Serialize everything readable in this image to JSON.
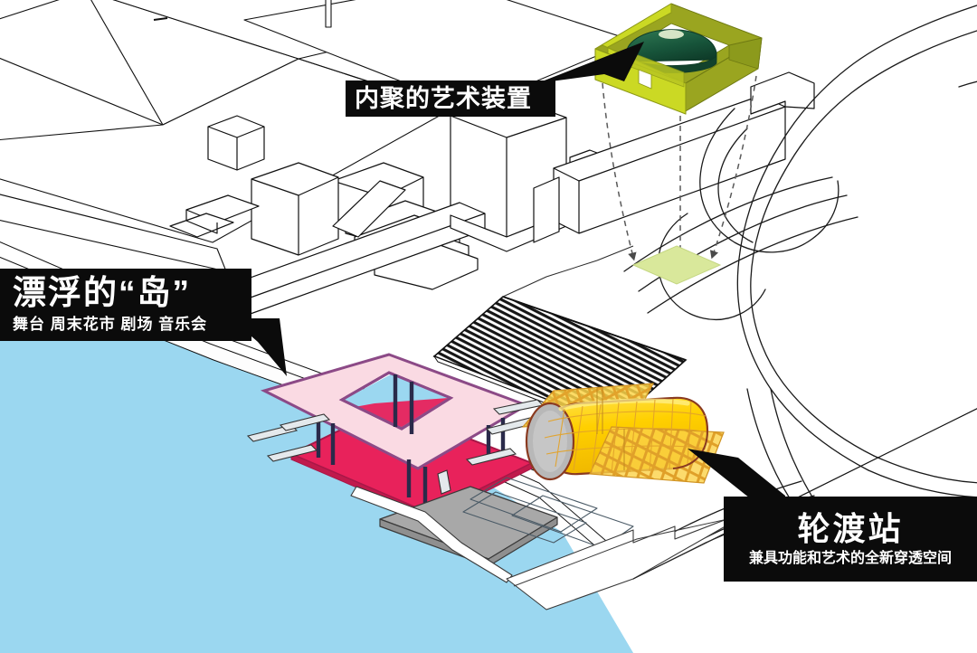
{
  "diagram": {
    "type": "architectural-axonometric-concept-diagram",
    "background_color": "#ffffff"
  },
  "annotations": [
    {
      "id": "art-installation",
      "title": "内聚的艺术装置",
      "subtitle": "",
      "box_color": "#0b0b0b",
      "text_color": "#ffffff",
      "pointer_direction": "up-right"
    },
    {
      "id": "floating-island",
      "title": "漂浮的“岛”",
      "subtitle": "舞台 周末花市 剧场 音乐会",
      "box_color": "#0b0b0b",
      "text_color": "#ffffff",
      "pointer_direction": "down-right"
    },
    {
      "id": "ferry-terminal",
      "title": "轮渡站",
      "subtitle": "兼具功能和艺术的全新穿透空间",
      "box_color": "#0b0b0b",
      "text_color": "#ffffff",
      "pointer_direction": "up-left"
    }
  ],
  "elements": {
    "water": {
      "name": "river-water",
      "color": "#9BD7F0"
    },
    "site_plate": {
      "name": "site-ground-plane",
      "color": "#ffffff",
      "outline": "#111111"
    },
    "art_installation": {
      "name": "art-installation-pavilion",
      "wall_front_color": "#CBD924",
      "wall_side_color": "#A9B522",
      "roof_color": "#9AA520",
      "dome_color": "#17543A",
      "dome_highlight": "#F2F5D0"
    },
    "art_footprint": {
      "name": "art-installation-site-footprint",
      "color": "#D9E89B"
    },
    "projection_arrows": {
      "name": "projection-dashed-arrows",
      "color": "#555555",
      "count": 3,
      "style": "dashed-with-arrowhead"
    },
    "floating_island": {
      "name": "floating-island-platform",
      "upper_deck_color": "#FADAE3",
      "upper_deck_outline": "#8C4A87",
      "lower_deck_color": "#E8225B",
      "lower_deck_outline": "#A81848",
      "column_color": "#2A2A4A",
      "column_count": 8,
      "has_central_void": true
    },
    "louvered_deck": {
      "name": "louvered-striped-deck",
      "stripe_color": "#1a1a1a",
      "base_color": "#ffffff"
    },
    "ferry_station": {
      "name": "ferry-terminal-vault",
      "vault_color": "#FFD400",
      "vault_end_color": "#B8B8B8",
      "vault_outline": "#8A3A20",
      "canopy_grid_color": "#E2A32B",
      "canopy_fill_color": "#FCD54A"
    },
    "piers": {
      "name": "gray-pier-decks",
      "color": "#A8A8A8",
      "count": 3
    },
    "boats": {
      "name": "small-boat-markers",
      "color": "#E4E9EC",
      "outline": "#333333",
      "count": 8
    },
    "roads": {
      "name": "elevated-road-ramps",
      "color": "#1a1a1a",
      "style": "thin-curved-outline"
    },
    "buildings": {
      "name": "white-massing-blocks",
      "fill": "#ffffff",
      "outline": "#111111"
    }
  }
}
